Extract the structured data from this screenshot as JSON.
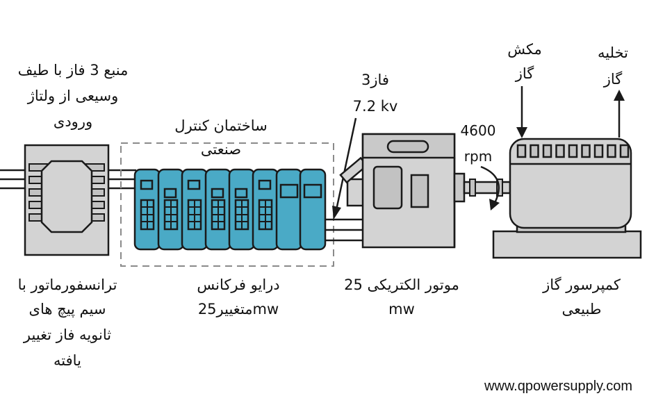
{
  "labels": {
    "source": [
      "منبع 3 فاز با طیف",
      "وسیعی از ولتاژ",
      "ورودی"
    ],
    "control_building": [
      "ساختمان کنترل",
      "صنعتی"
    ],
    "three_phase": [
      "3فاز",
      "7.2 kv"
    ],
    "speed": [
      "4600",
      "rpm"
    ],
    "gas_suction": [
      "مکش",
      "گاز"
    ],
    "gas_discharge": [
      "تخلیه",
      "گاز"
    ],
    "transformer": [
      "ترانسفورماتور با",
      "سیم پیچ های",
      "ثانویه فاز تغییر",
      "یافته"
    ],
    "vfd": [
      "درایو فرکانس",
      "متغییر25mw"
    ],
    "motor": [
      "موتور الکتریکی 25",
      "mw"
    ],
    "compressor": [
      "کمپرسور گاز",
      "طبیعی"
    ]
  },
  "website": "www.qpowersupply.com",
  "colors": {
    "drive_fill": "#4aaac6",
    "equipment_fill": "#d3d3d3",
    "outline": "#1a1a1a",
    "dashed": "#8a8a8a"
  }
}
